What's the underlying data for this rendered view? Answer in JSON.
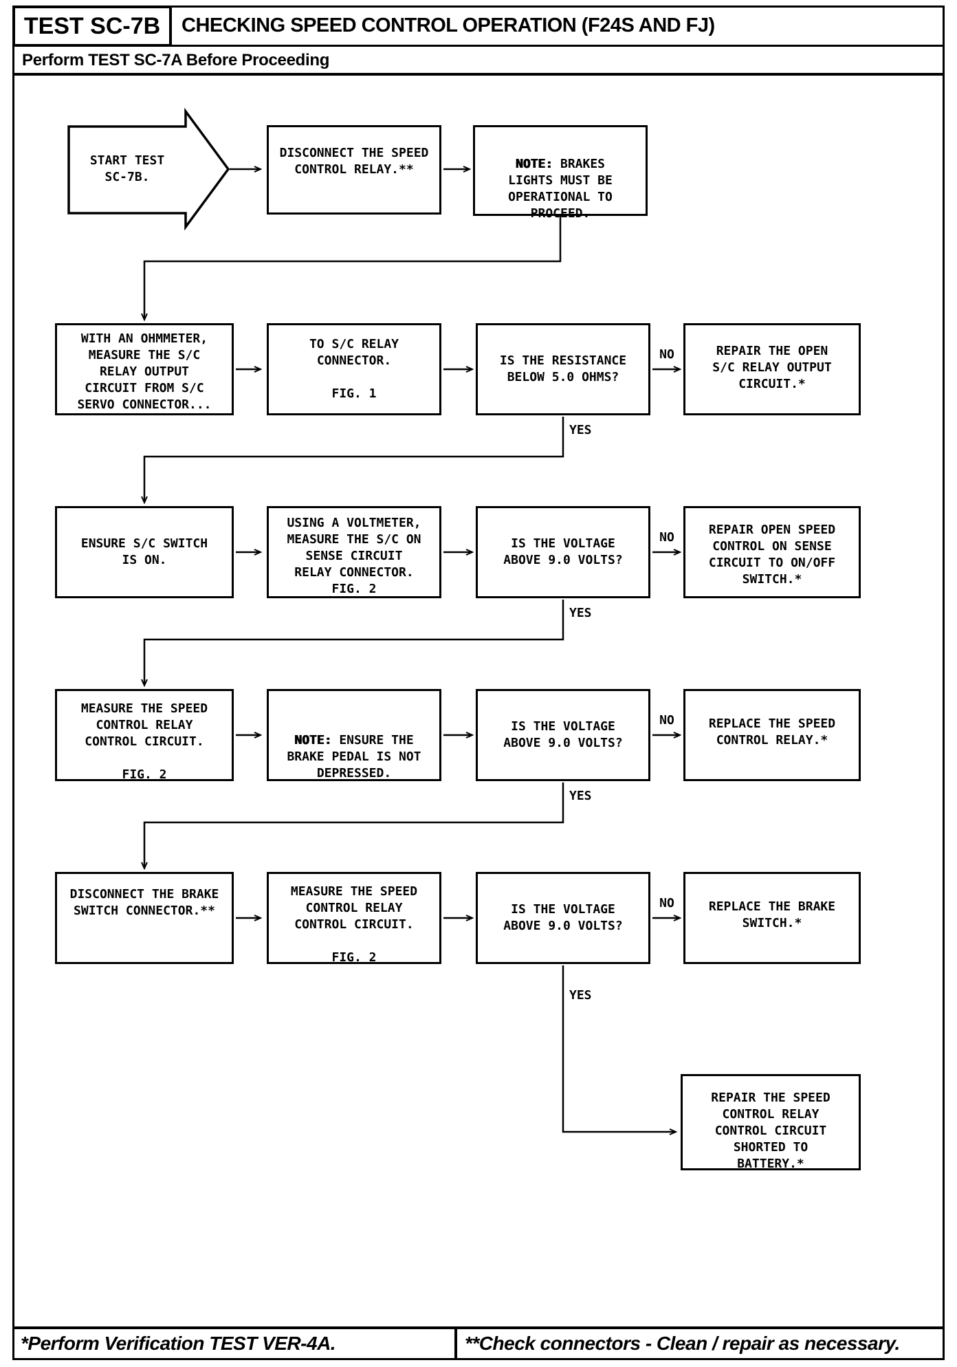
{
  "header": {
    "test_id": "TEST SC-7B",
    "title": "CHECKING SPEED CONTROL OPERATION (F24S AND FJ)",
    "subtitle": "Perform TEST SC-7A Before Proceeding"
  },
  "flowchart": {
    "start": {
      "text": "START TEST\nSC-7B."
    },
    "labels": {
      "yes": "YES",
      "no": "NO"
    },
    "nodes": {
      "r1_disconnect_relay": {
        "text": "DISCONNECT THE SPEED\nCONTROL RELAY.**"
      },
      "r1_note_brakes": {
        "note_label": "NOTE:",
        "text": " BRAKES\nLIGHTS MUST BE\nOPERATIONAL TO\nPROCEED."
      },
      "r2_measure_output": {
        "text": "WITH AN OHMMETER,\nMEASURE THE S/C\nRELAY OUTPUT\nCIRCUIT FROM S/C\nSERVO CONNECTOR..."
      },
      "r2_to_relay_connector": {
        "text": "TO S/C RELAY\nCONNECTOR.\n\nFIG. 1"
      },
      "r2_resistance_check": {
        "text": "IS THE RESISTANCE\nBELOW 5.0 OHMS?"
      },
      "r2_repair_open_output": {
        "text": "REPAIR THE OPEN\nS/C RELAY OUTPUT\nCIRCUIT.*"
      },
      "r3_ensure_switch_on": {
        "text": "ENSURE S/C SWITCH\nIS ON."
      },
      "r3_measure_on_sense": {
        "text": "USING A VOLTMETER,\nMEASURE THE S/C ON\nSENSE CIRCUIT\nRELAY CONNECTOR.\nFIG. 2"
      },
      "r3_voltage_check": {
        "text": "IS THE VOLTAGE\nABOVE 9.0 VOLTS?"
      },
      "r3_repair_on_sense": {
        "text": "REPAIR OPEN SPEED\nCONTROL ON SENSE\nCIRCUIT TO ON/OFF\nSWITCH.*"
      },
      "r4_measure_relay_ctrl": {
        "text": "MEASURE THE SPEED\nCONTROL RELAY\nCONTROL CIRCUIT.\n\nFIG. 2"
      },
      "r4_note_brake_pedal": {
        "note_label": "NOTE:",
        "text": " ENSURE THE\nBRAKE PEDAL IS NOT\nDEPRESSED."
      },
      "r4_voltage_check": {
        "text": "IS THE VOLTAGE\nABOVE 9.0 VOLTS?"
      },
      "r4_replace_relay": {
        "text": "REPLACE THE SPEED\nCONTROL RELAY.*"
      },
      "r5_disconnect_brake_sw": {
        "text": "DISCONNECT THE BRAKE\nSWITCH CONNECTOR.**"
      },
      "r5_measure_relay_ctrl": {
        "text": "MEASURE THE SPEED\nCONTROL RELAY\nCONTROL CIRCUIT.\n\nFIG. 2"
      },
      "r5_voltage_check": {
        "text": "IS THE VOLTAGE\nABOVE 9.0 VOLTS?"
      },
      "r5_replace_brake_switch": {
        "text": "REPLACE THE BRAKE\nSWITCH.*"
      },
      "final_repair_shorted": {
        "text": "REPAIR THE SPEED\nCONTROL RELAY\nCONTROL CIRCUIT\nSHORTED TO\nBATTERY.*"
      }
    }
  },
  "footer": {
    "left_note": "*Perform Verification TEST VER-4A.",
    "right_note": "**Check connectors - Clean / repair as necessary."
  },
  "colors": {
    "ink": "#000000",
    "paper": "#ffffff"
  }
}
